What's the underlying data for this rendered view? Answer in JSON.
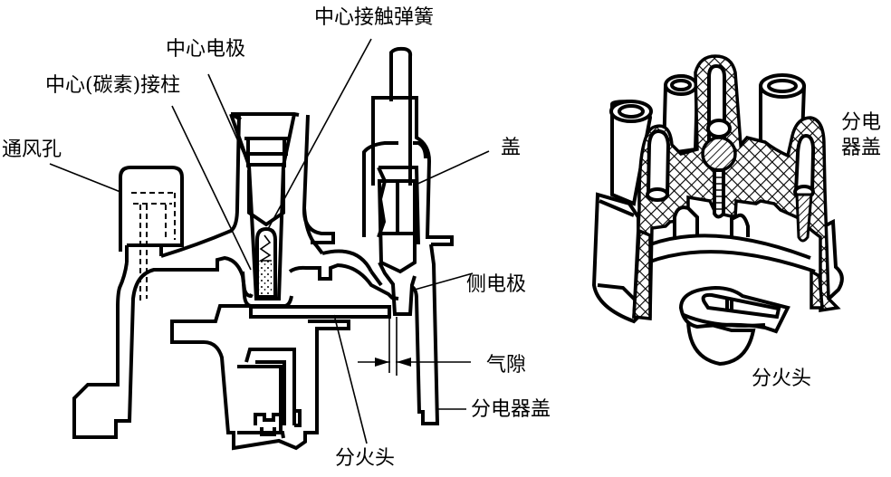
{
  "figure": {
    "title": "分电器盖与分火头结构",
    "left_view": {
      "labels": {
        "center_contact_spring": "中心接触弹簧",
        "center_electrode": "中心电极",
        "center_carbon_post": "中心(碳素)接柱",
        "vent_hole": "通风孔",
        "cap": "盖",
        "side_electrode": "侧电极",
        "air_gap": "气隙",
        "distributor_cap": "分电器盖",
        "rotor": "分火头"
      }
    },
    "right_view": {
      "labels": {
        "distributor_cap_line1": "分电",
        "distributor_cap_line2": "器盖",
        "rotor": "分火头"
      }
    }
  }
}
